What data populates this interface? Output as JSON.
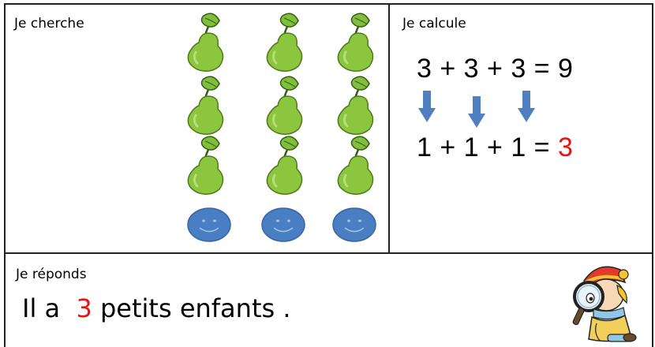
{
  "cells": {
    "search_label": "Je cherche",
    "compute_label": "Je calcule",
    "answer_label": "Je réponds"
  },
  "calculation": {
    "line1": "3 + 3 + 3 = 9",
    "line2_prefix": "1 + 1 + 1 = ",
    "line2_result": "3"
  },
  "answer": {
    "prefix": "Il a ",
    "number": "3",
    "suffix": " petits enfants ."
  },
  "illustration": {
    "pear_columns": 3,
    "pears_per_column": 3,
    "smiley_count": 3
  },
  "colors": {
    "pear_green": "#8cc63f",
    "leaf_green": "#7fbf3a",
    "smiley_blue": "#4a7ec2",
    "arrow_blue": "#4f7fc0",
    "highlight_red": "#ee1111"
  },
  "icons": [
    "pear-icon",
    "smiley-face-icon",
    "down-arrow-icon",
    "child-with-magnifier-icon"
  ]
}
